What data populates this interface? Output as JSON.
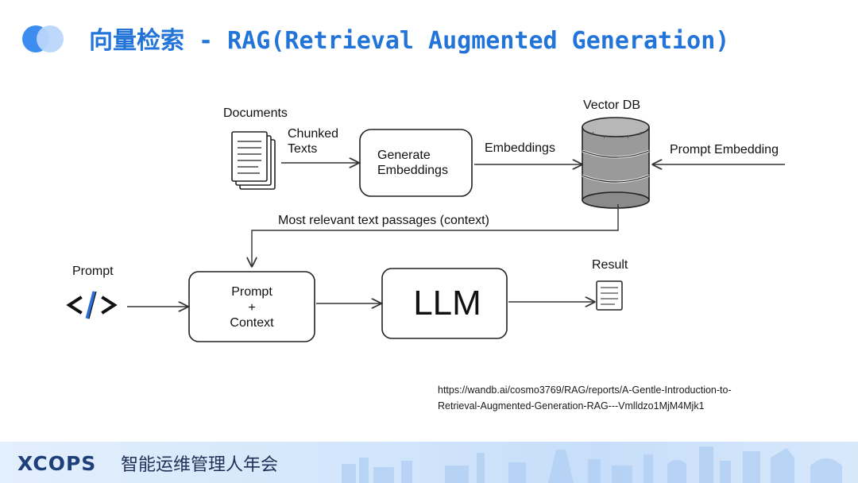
{
  "header": {
    "title": "向量检索 - RAG(Retrieval Augmented Generation)"
  },
  "diagram": {
    "documents_label": "Documents",
    "chunked_line1": "Chunked",
    "chunked_line2": "Texts",
    "generate_line1": "Generate",
    "generate_line2": "Embeddings",
    "embeddings_label": "Embeddings",
    "vector_db_label": "Vector DB",
    "prompt_embedding_label": "Prompt Embedding",
    "context_passages_label": "Most relevant text passages (context)",
    "prompt_label": "Prompt",
    "prompt_context_line1": "Prompt",
    "prompt_context_line2": "+",
    "prompt_context_line3": "Context",
    "llm_label": "LLM",
    "result_label": "Result"
  },
  "reference": {
    "url_line1": "https://wandb.ai/cosmo3769/RAG/reports/A-Gentle-Introduction-to-",
    "url_line2": "Retrieval-Augmented-Generation-RAG---Vmlldzo1MjM4Mjk1"
  },
  "footer": {
    "brand": "XCOPS",
    "event": "智能运维管理人年会"
  },
  "colors": {
    "accent": "#2274d8",
    "footer_band": "#cfe3fa"
  }
}
